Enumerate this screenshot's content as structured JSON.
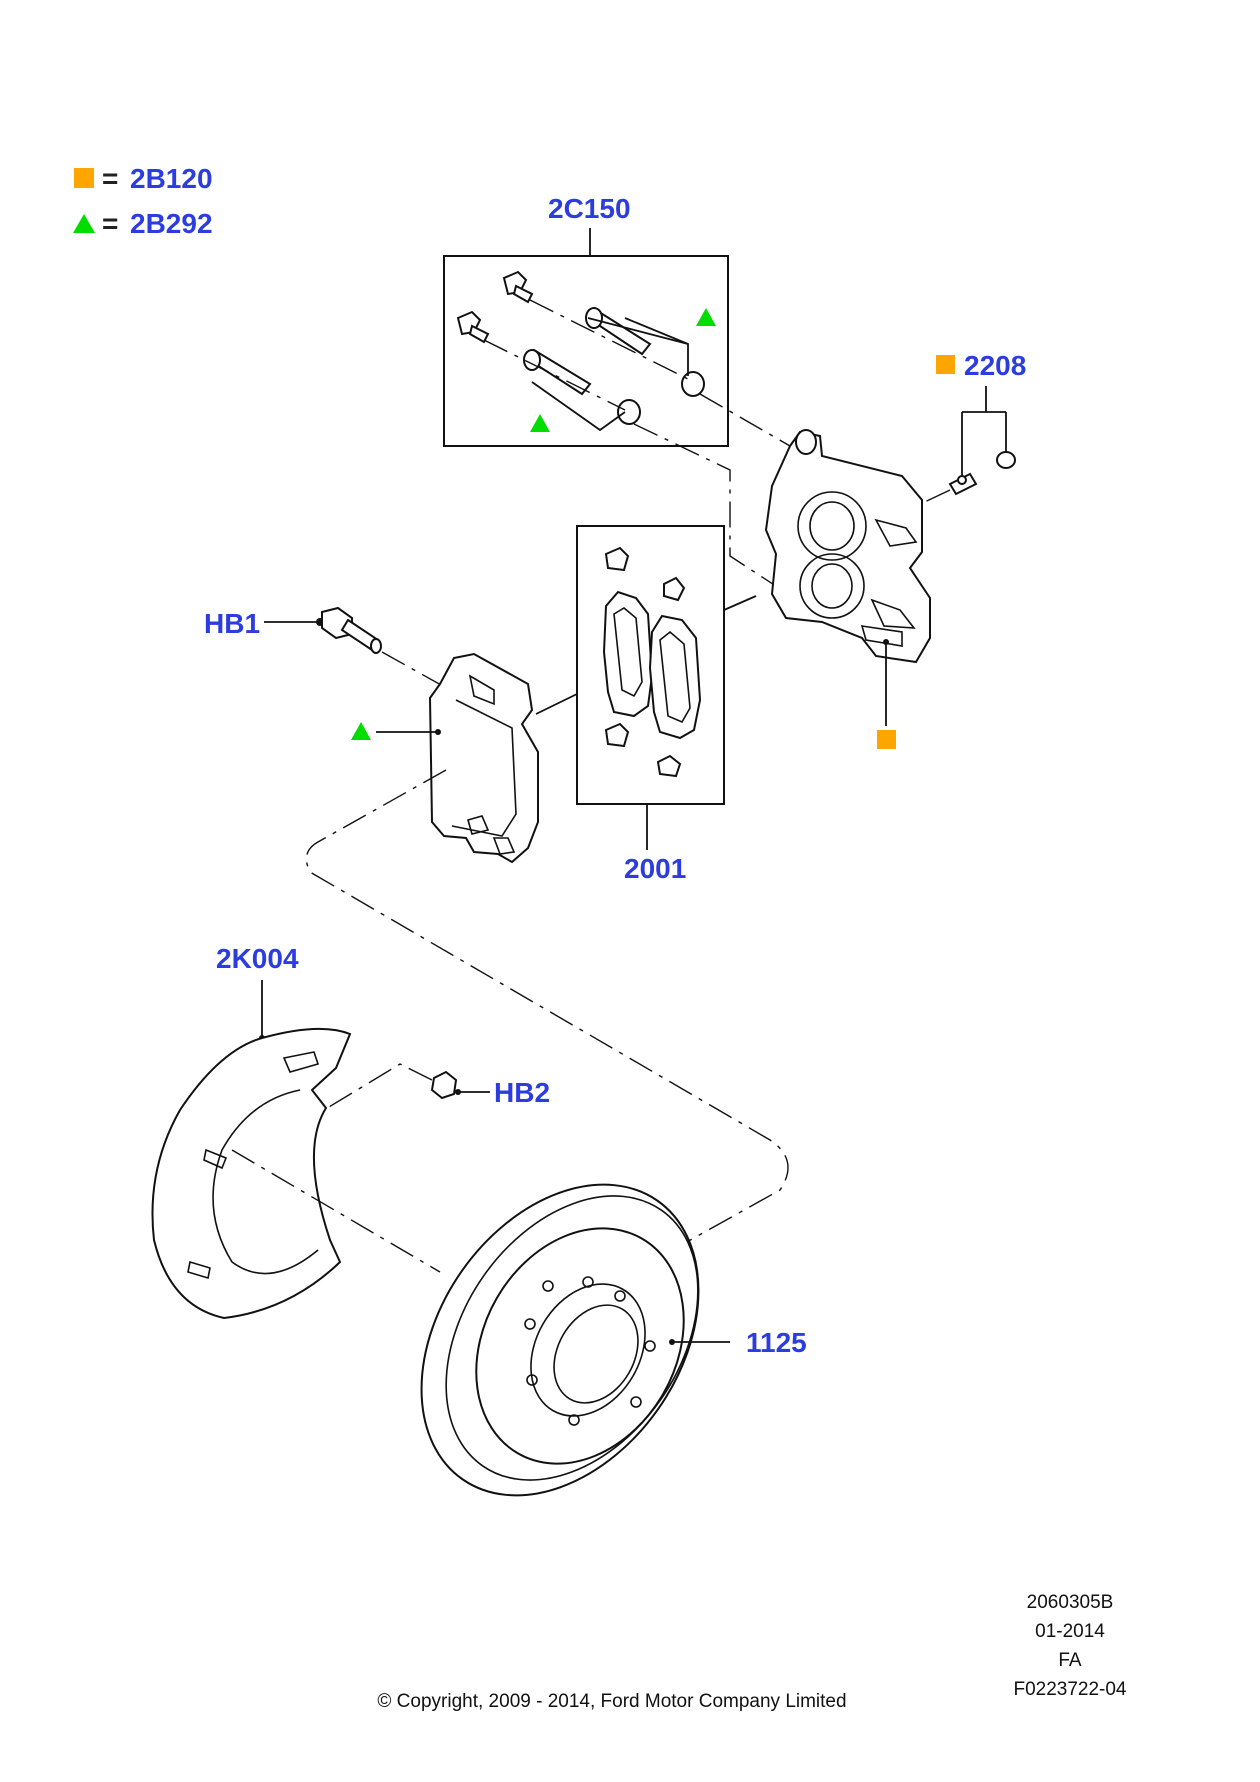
{
  "legend": [
    {
      "symbol": "square",
      "color": "#ffa500",
      "equals": "=",
      "code": "2B120"
    },
    {
      "symbol": "triangle",
      "color": "#00dd00",
      "equals": "=",
      "code": "2B292"
    }
  ],
  "callouts": {
    "kit_2c150": "2C150",
    "bleeder_2208": "2208",
    "pad_kit_2001": "2001",
    "bolt_hb1": "HB1",
    "shield_2k004": "2K004",
    "bolt_hb2": "HB2",
    "rotor_1125": "1125"
  },
  "marker_colors": {
    "square": "#ffa500",
    "triangle": "#00dd00"
  },
  "footer": {
    "illustration_id": "2060305B",
    "date": "01-2014",
    "code": "FA",
    "ref": "F0223722-04",
    "copyright": "© Copyright, 2009 - 2014, Ford Motor Company Limited"
  }
}
